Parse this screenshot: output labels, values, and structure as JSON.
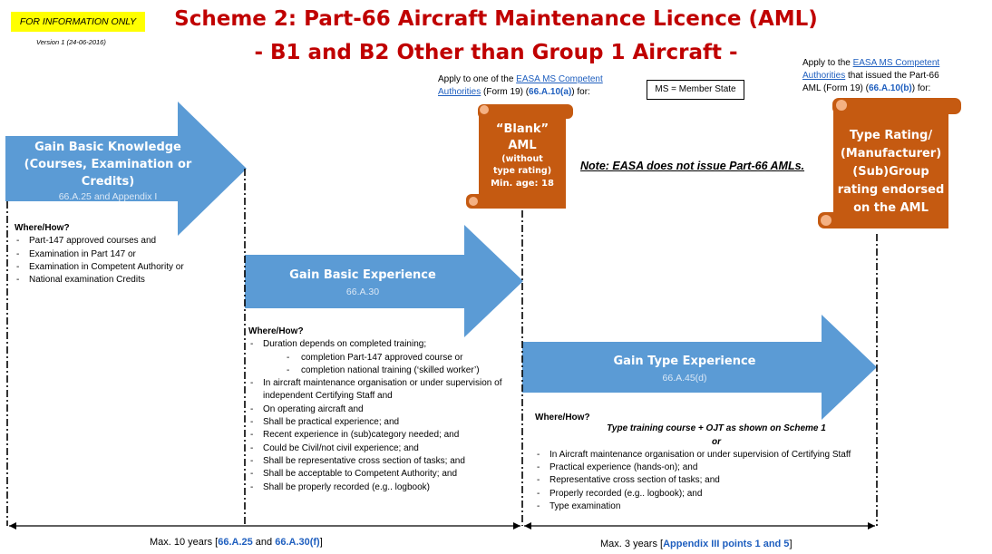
{
  "badge": "FOR INFORMATION ONLY",
  "version": "Version 1 (24-06-2016)",
  "title_line1": "Scheme 2: Part-66 Aircraft Maintenance Licence (AML)",
  "title_line2": "- B1 and B2 Other than Group 1 Aircraft -",
  "apply_blank": {
    "line1_prefix": "Apply to one of the ",
    "link": "EASA MS Competent Authorities",
    "form": " (Form 19) (",
    "ref": "66.A.10(a)",
    "suffix": ") for:"
  },
  "apply_type": {
    "line1_prefix": "Apply to the ",
    "link": "EASA MS Competent Authorities",
    "mid": " that issued the Part-66 AML (Form 19) (",
    "ref": "66.A.10(b)",
    "suffix": ") for:"
  },
  "ms_box": "MS = Member State",
  "note": "Note: EASA does not issue Part-66 AMLs.",
  "scroll_blank": {
    "title1": "“Blank”",
    "title2": "AML",
    "sub": "(without type rating)",
    "age": "Min. age: 18"
  },
  "scroll_type": {
    "l1": "Type Rating/",
    "l2": "(Manufacturer)",
    "l3": "(Sub)Group",
    "l4": "rating endorsed",
    "l5": "on the AML"
  },
  "arrow1": {
    "l1": "Gain Basic Knowledge",
    "l2": "(Courses, Examination or",
    "l3": "Credits)",
    "ref": "66.A.25 and Appendix I"
  },
  "arrow2": {
    "title": "Gain Basic Experience",
    "ref": "66.A.30"
  },
  "arrow3": {
    "title": "Gain Type Experience",
    "ref": "66.A.45(d)"
  },
  "where_how_label": "Where/How?",
  "wh1": [
    "Part-147 approved courses and",
    "Examination in Part 147 or",
    "Examination in Competent Authority or",
    "National examination Credits"
  ],
  "wh2": [
    {
      "t": "Duration depends on completed training;",
      "sub": false
    },
    {
      "t": "completion Part-147 approved course or",
      "sub": true
    },
    {
      "t": "completion national training (‘skilled worker’)",
      "sub": true
    },
    {
      "t": "In aircraft maintenance organisation or under supervision of independent Certifying Staff and",
      "sub": false
    },
    {
      "t": "On operating aircraft and",
      "sub": false
    },
    {
      "t": "Shall be practical experience; and",
      "sub": false
    },
    {
      "t": "Recent experience in (sub)category needed; and",
      "sub": false
    },
    {
      "t": "Could be Civil/not civil experience; and",
      "sub": false
    },
    {
      "t": "Shall be representative cross section of tasks; and",
      "sub": false
    },
    {
      "t": "Shall be acceptable to Competent Authority; and",
      "sub": false
    },
    {
      "t": "Shall be properly recorded (e.g.. logbook)",
      "sub": false
    }
  ],
  "wh3_center1": "Type training course + OJT as shown on Scheme 1",
  "wh3_center2": "or",
  "wh3": [
    "In Aircraft maintenance organisation or under supervision of Certifying Staff",
    "Practical experience (hands-on); and",
    "Representative cross section of tasks; and",
    "Properly recorded (e.g.. logbook); and",
    "Type examination"
  ],
  "bottom_left": {
    "prefix": "Max. 10 years [",
    "ref1": "66.A.25",
    "mid": " and ",
    "ref2": "66.A.30(f)",
    "suffix": "]"
  },
  "bottom_right": {
    "prefix": "Max. 3 years [",
    "ref": "Appendix III points 1 and 5",
    "suffix": "]"
  },
  "colors": {
    "title": "#c00000",
    "arrow": "#5b9bd5",
    "scroll": "#c55a11",
    "badge": "#ffff00",
    "link": "#1f5fbf"
  }
}
